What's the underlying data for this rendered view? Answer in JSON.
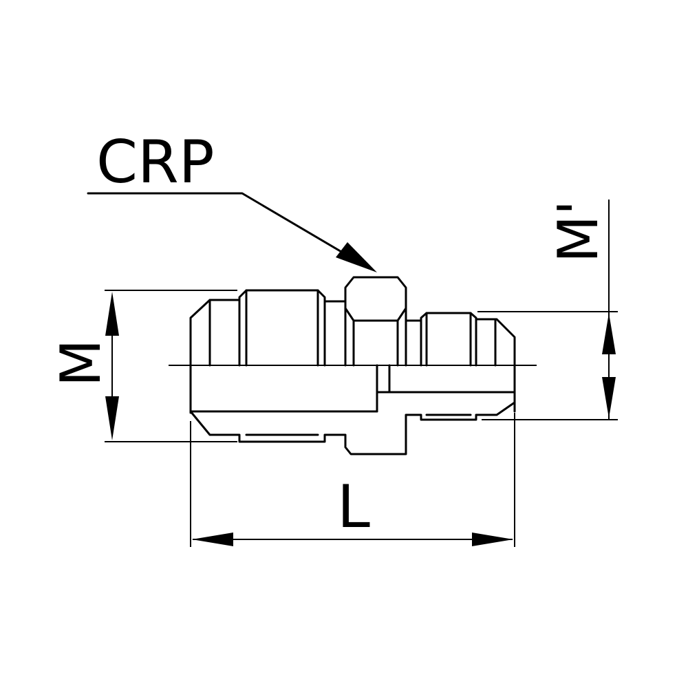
{
  "labels": {
    "part_code": "CRP",
    "dim_left": "M",
    "dim_right": "M'",
    "dim_length": "L"
  },
  "colors": {
    "ink": "#000000",
    "background": "#ffffff"
  }
}
